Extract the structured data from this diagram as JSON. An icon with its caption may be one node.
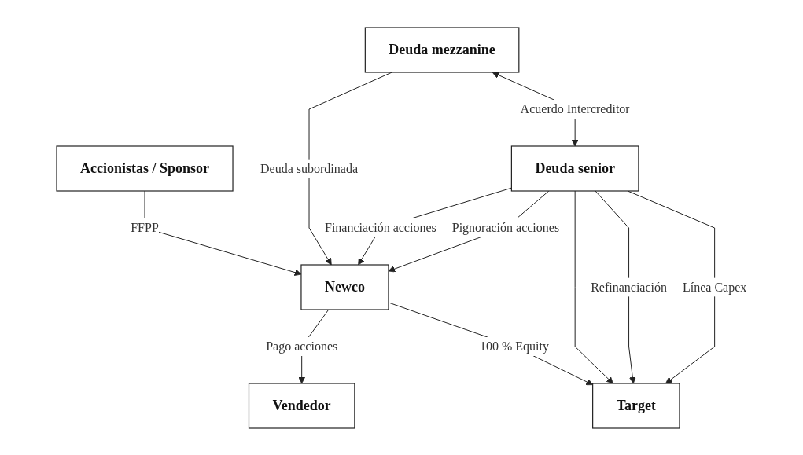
{
  "diagram": {
    "nodes": [
      {
        "text": [
          "Accionistas / Sponsor"
        ]
      },
      {
        "text": [
          "Deuda mezzanine"
        ]
      },
      {
        "text": [
          "Vendedor"
        ]
      },
      {
        "text": [
          "Newco"
        ]
      },
      {
        "text": [
          "Deuda senior"
        ]
      },
      {
        "text": [
          "Target"
        ]
      }
    ],
    "edges": [
      {
        "from": 0,
        "to": 3,
        "arrow": "to",
        "label": "FFPP"
      },
      {
        "from": 1,
        "to": 3,
        "arrow": "to",
        "label": "Deuda subordinada"
      },
      {
        "from": 3,
        "to": 2,
        "arrow": "to",
        "label": "Pago acciones"
      },
      {
        "from": 4,
        "to": 3,
        "arrow": "to",
        "label": "Financiación acciones"
      },
      {
        "from": 3,
        "to": 5,
        "arrow": "to",
        "label": "100 % Equity"
      },
      {
        "from": 4,
        "to": 3,
        "arrow": "to",
        "label": "Pignoración acciones"
      },
      {
        "from": 4,
        "to": 5,
        "arrow": "to"
      },
      {
        "from": 1,
        "to": 4,
        "arrow": "both",
        "label": "Acuerdo Intercreditor"
      },
      {
        "from": 4,
        "to": 5,
        "arrow": "to",
        "label": "Refinanciación"
      },
      {
        "from": 4,
        "to": 5,
        "arrow": "to",
        "label": "Línea Capex"
      }
    ]
  }
}
